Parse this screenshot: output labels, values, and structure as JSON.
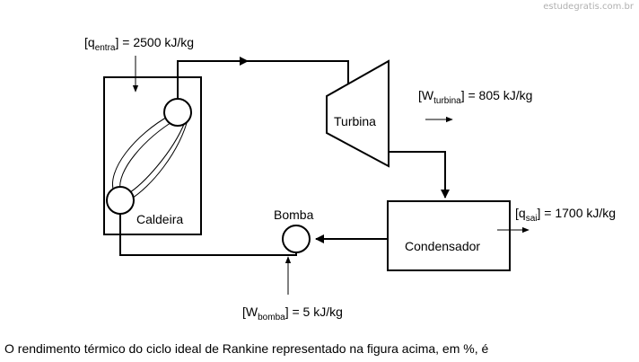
{
  "watermark": "estudegratis.com.br",
  "components": {
    "boiler": "Caldeira",
    "turbine": "Turbina",
    "condenser": "Condensador",
    "pump": "Bomba"
  },
  "labels": {
    "q_in": {
      "open": "[q",
      "sub": "entra",
      "close": "] = 2500 kJ/kg"
    },
    "w_turbine": {
      "open": "[W",
      "sub": "turbina",
      "close": "] = 805 kJ/kg"
    },
    "q_out": {
      "open": "[q",
      "sub": "sai",
      "close": "] = 1700 kJ/kg"
    },
    "w_pump": {
      "open": "[W",
      "sub": "bomba",
      "close": "] = 5 kJ/kg"
    }
  },
  "question": "O rendimento térmico do ciclo ideal de Rankine representado na figura acima, em %, é"
}
